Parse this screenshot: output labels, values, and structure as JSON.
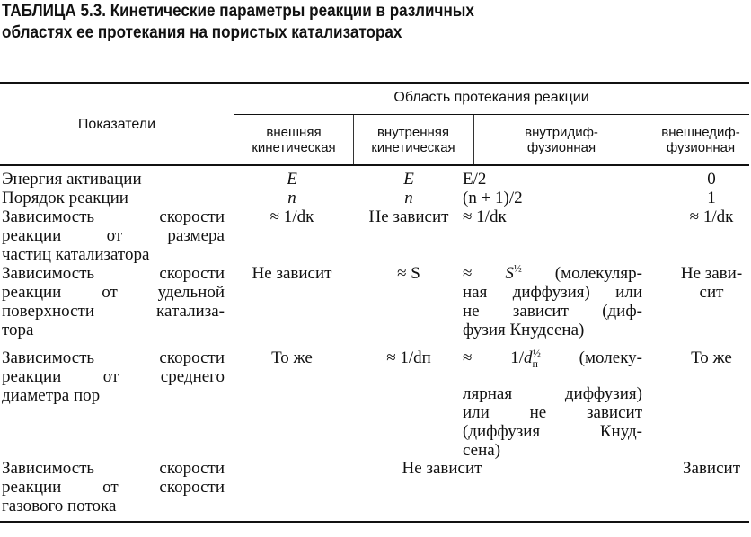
{
  "title": {
    "line1": "ТАБЛИЦА 5.3. Кинетические параметры реакции в различных",
    "line2": "областях ее протекания на пористых катализаторах"
  },
  "header": {
    "indicators": "Показатели",
    "region": "Область протекания реакции",
    "columns": [
      {
        "line1": "внешняя",
        "line2": "кинетическая"
      },
      {
        "line1": "внутренняя",
        "line2": "кинетическая"
      },
      {
        "line1": "внутридиф-",
        "line2": "фузионная"
      },
      {
        "line1": "внешнедиф-",
        "line2": "фузионная"
      }
    ]
  },
  "rows": [
    {
      "label": [
        "Энергия активации"
      ],
      "c1": "E",
      "c2": "E",
      "c3": [
        "E/2"
      ],
      "c4": [
        "0"
      ]
    },
    {
      "label": [
        "Порядок реакции"
      ],
      "c1": "n",
      "c2": "n",
      "c3": [
        "(n + 1)/2"
      ],
      "c4": [
        "1"
      ]
    },
    {
      "label": [
        "Зависимость скорости",
        "реакции от размера",
        "частиц катализатора"
      ],
      "c1": "≈ 1/dк",
      "c2": "Не зависит",
      "c3": [
        "≈ 1/dк"
      ],
      "c4": [
        "≈ 1/dк"
      ]
    },
    {
      "label": [
        "Зависимость скорости",
        "реакции от удельной",
        "поверхности катализа-",
        "тора"
      ],
      "c1": "Не зависит",
      "c2": "≈ S",
      "c3": [
        "≈ S½ (молекуляр-",
        "ная диффузия) или",
        "не зависит (диф-",
        "фузия Кнудсена)"
      ],
      "c4": [
        "Не зави-",
        "сит"
      ]
    },
    {
      "label": [
        "Зависимость скорости",
        "реакции от среднего",
        "диаметра пор"
      ],
      "c1": "То же",
      "c2": "≈ 1/dп",
      "c3": [
        "≈ 1/dп½ (молеку-",
        "лярная диффузия)",
        "или не зависит",
        "(диффузия Кнуд-",
        "сена)"
      ],
      "c4": [
        "То же"
      ]
    },
    {
      "label": [
        "Зависимость скорости",
        "реакции от скорости",
        "газового потока"
      ],
      "span": "Не зависит",
      "c4": [
        "Зависит"
      ]
    }
  ]
}
